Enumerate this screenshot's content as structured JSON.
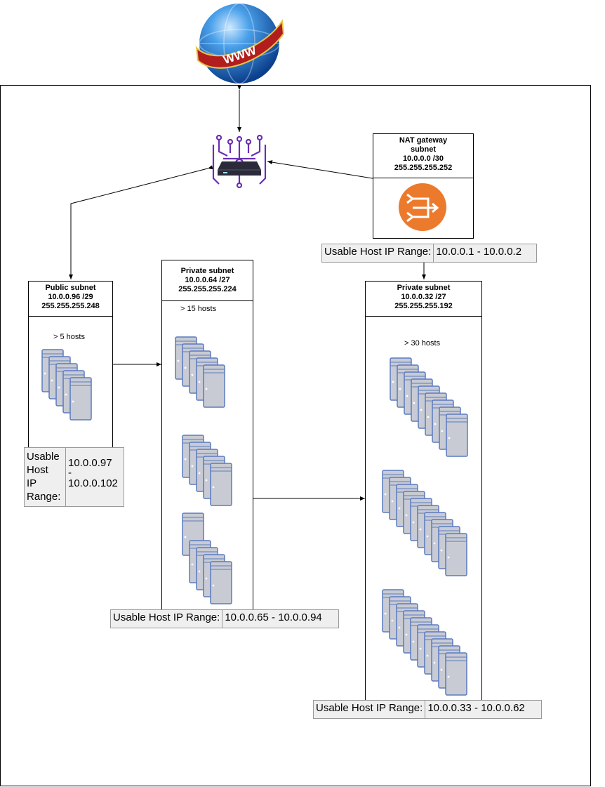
{
  "internet": {
    "label": "WWW"
  },
  "nat_gateway": {
    "title": "NAT gateway",
    "title2": "subnet",
    "cidr": "10.0.0.0 /30",
    "mask": "255.255.255.252",
    "range_label": "Usable Host IP Range:",
    "range_value": "10.0.0.1 - 10.0.0.2"
  },
  "public_subnet": {
    "title": "Public subnet",
    "cidr": "10.0.0.96 /29",
    "mask": "255.255.255.248",
    "hosts": "> 5 hosts",
    "range_label_lines": [
      "Usable",
      "Host",
      "IP",
      "Range:"
    ],
    "range_value_lines": [
      "10.0.0.97",
      "-",
      "10.0.0.102"
    ]
  },
  "private_subnet_64": {
    "title": "Private subnet",
    "cidr": "10.0.0.64 /27",
    "mask": "255.255.255.224",
    "hosts": "> 15 hosts",
    "range_label": "Usable Host IP Range:",
    "range_value": "10.0.0.65 - 10.0.0.94"
  },
  "private_subnet_32": {
    "title": "Private subnet",
    "cidr": "10.0.0.32 /27",
    "mask": "255.255.255.192",
    "hosts": "> 30 hosts",
    "range_label": "Usable Host IP Range:",
    "range_value": "10.0.0.33 - 10.0.0.62"
  },
  "colors": {
    "server_fill": "#c8cbd3",
    "server_stroke": "#5b7bbf",
    "router": "#6a2fb3",
    "nat_orange": "#ec7a2c",
    "globe_blue": "#1e6fc8",
    "banner_red": "#b21d1d"
  },
  "icons": [
    "globe-icon",
    "router-icon",
    "nat-gateway-icon",
    "server-icon"
  ]
}
